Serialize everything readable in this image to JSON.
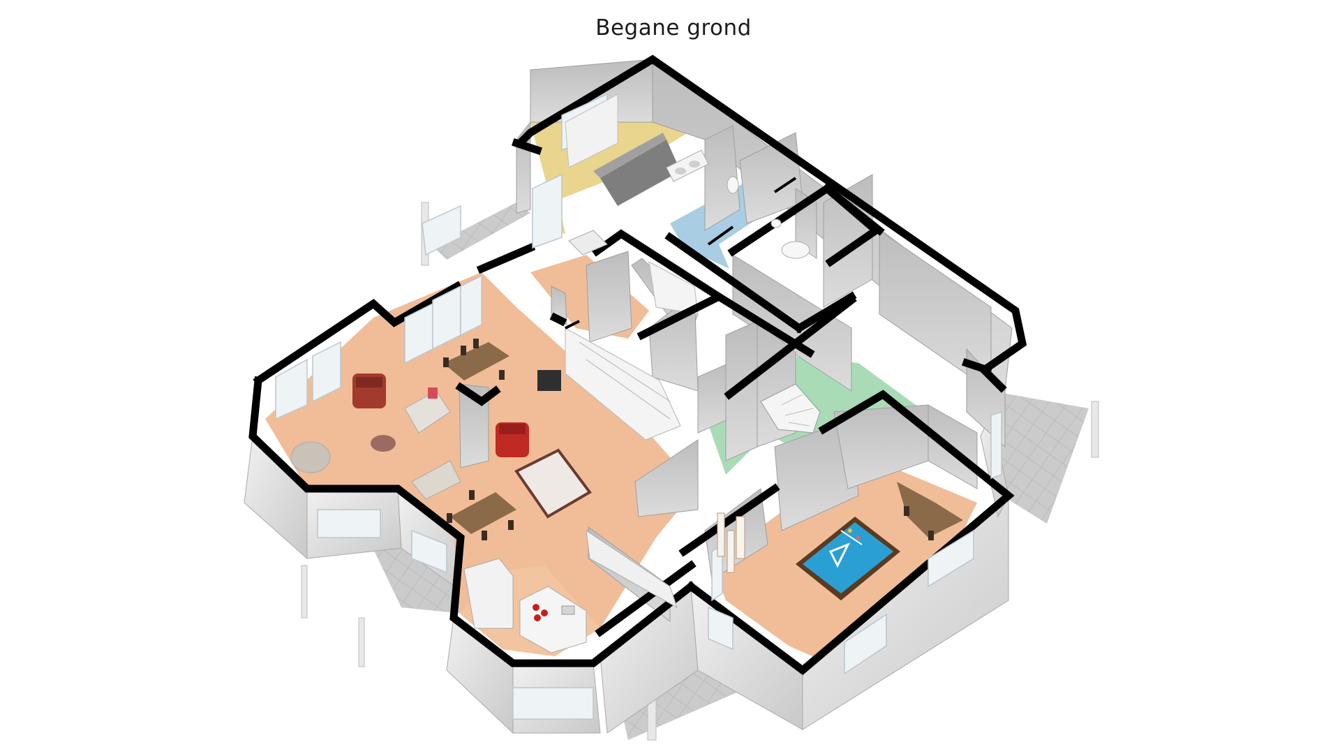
{
  "floorplan": {
    "title": "Begane grond",
    "style": "isometric 3D floor plan",
    "colors": {
      "living_floor": "#f0bd98",
      "bedroom_floor": "#e9d58e",
      "bathroom_floor": "#a9cde3",
      "hall_floor": "#a9dcb6",
      "terrace": "#c6c6c6",
      "wall_top": "#000000",
      "wall_face": "#e6e6e6",
      "pool_table": "#2a9fd4"
    },
    "rooms": [
      "living-room",
      "kitchen",
      "bedroom",
      "bathroom",
      "toilet",
      "storage",
      "hallway",
      "billiard-room",
      "garage"
    ],
    "furniture": [
      "armchair-icon",
      "dining-table-icon",
      "sofa-icon",
      "stove-icon",
      "kitchen-island-icon",
      "bookcase-icon",
      "bed-icon",
      "sink-icon",
      "toilet-icon",
      "bathtub-icon",
      "spiral-stair-icon",
      "pool-table-icon",
      "bar-table-icon"
    ]
  }
}
